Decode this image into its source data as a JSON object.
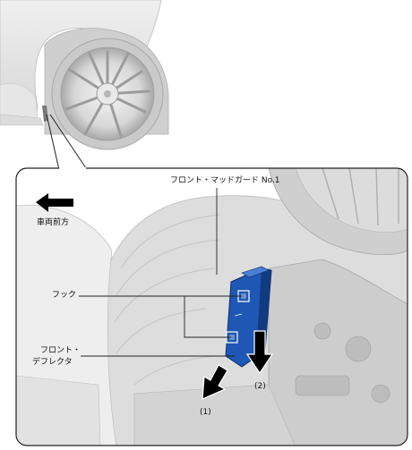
{
  "labels": {
    "front_mudguard": "フロント・マッドガード No.1",
    "vehicle_front": "車両前方",
    "hook": "フック",
    "front_deflector_line1": "フロント・",
    "front_deflector_line2": "デフレクタ",
    "step1": "(1)",
    "step2": "(2)"
  },
  "colors": {
    "part_blue": "#1f57b4",
    "part_blue_dark": "#123a80",
    "arrow_black": "#000000",
    "frame_line": "#222222"
  },
  "icons": {
    "direction_arrow": "arrow-left-icon",
    "removal_arrow": "arrow-down-icon"
  }
}
